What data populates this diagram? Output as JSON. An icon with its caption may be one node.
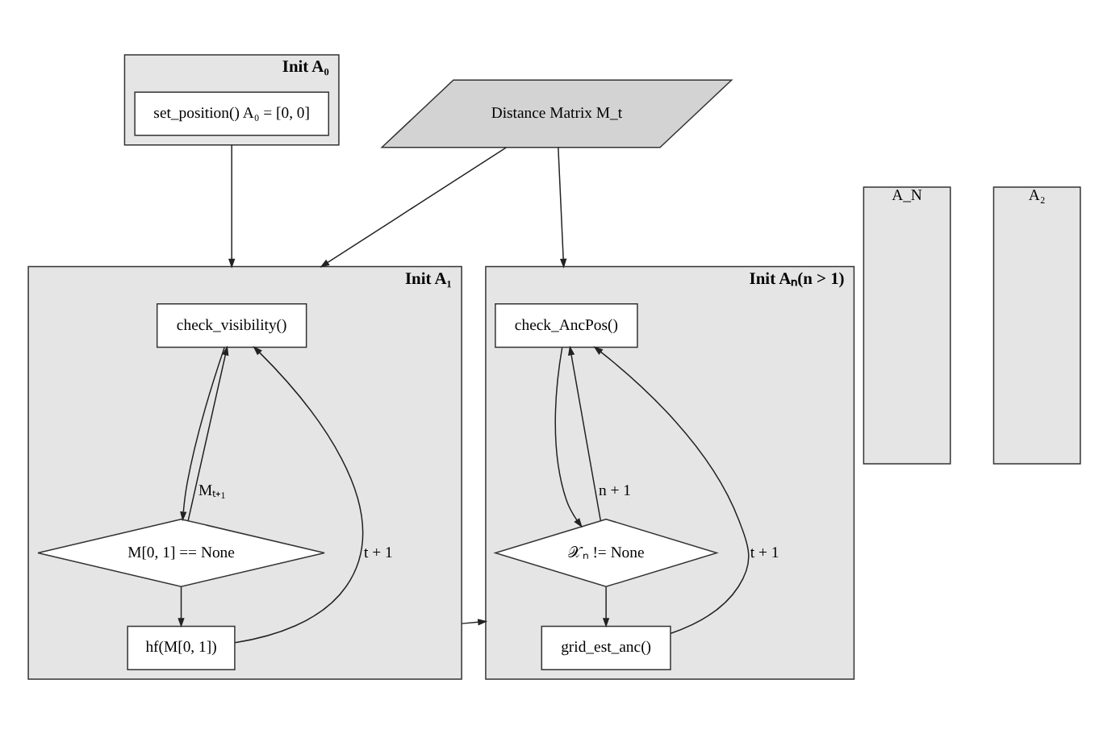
{
  "diagram": {
    "nodes": [
      {
        "text": [
          "Init A₀"
        ]
      },
      {
        "text": [
          "set_position() A₀ = [0, 0]"
        ],
        "in": 0
      },
      {
        "text": [
          "Distance Matrix M_t"
        ]
      },
      {
        "text": [
          "Init A₁"
        ]
      },
      {
        "text": [
          "check_visibility()"
        ],
        "in": 3
      },
      {
        "text": [
          "M[0, 1] == None"
        ],
        "in": 3
      },
      {
        "text": [
          "hf(M[0, 1])"
        ],
        "in": 3
      },
      {
        "text": [
          "A_N"
        ]
      },
      {
        "text": [
          "A₂"
        ]
      },
      {
        "text": [
          "Init Aₙ(n > 1)"
        ]
      },
      {
        "text": [
          "check_AncPos()"
        ],
        "in": 9
      },
      {
        "text": [
          "𝒳ₙ != None"
        ],
        "in": 9
      },
      {
        "text": [
          "grid_est_anc()"
        ],
        "in": 9
      }
    ],
    "edges": [
      {
        "from": 0,
        "to": 3,
        "arrow": "to"
      },
      {
        "from": 6,
        "to": 3,
        "arrow": "to",
        "label": "t + 1"
      },
      {
        "from": 4,
        "to": 5,
        "arrow": "to"
      },
      {
        "from": 5,
        "to": 4,
        "arrow": "to",
        "label": "Mₜ₊₁"
      },
      {
        "from": 5,
        "to": 6,
        "arrow": "to"
      },
      {
        "from": 2,
        "to": 3,
        "arrow": "to"
      },
      {
        "from": 2,
        "to": 9,
        "arrow": "to"
      },
      {
        "from": 3,
        "to": 9,
        "arrow": "to"
      },
      {
        "from": 10,
        "to": 11,
        "arrow": "to"
      },
      {
        "from": 11,
        "to": 10,
        "arrow": "to",
        "label": "n + 1"
      },
      {
        "from": 11,
        "to": 12,
        "arrow": "to"
      },
      {
        "from": 12,
        "to": 9,
        "arrow": "to",
        "label": "t + 1"
      }
    ]
  }
}
